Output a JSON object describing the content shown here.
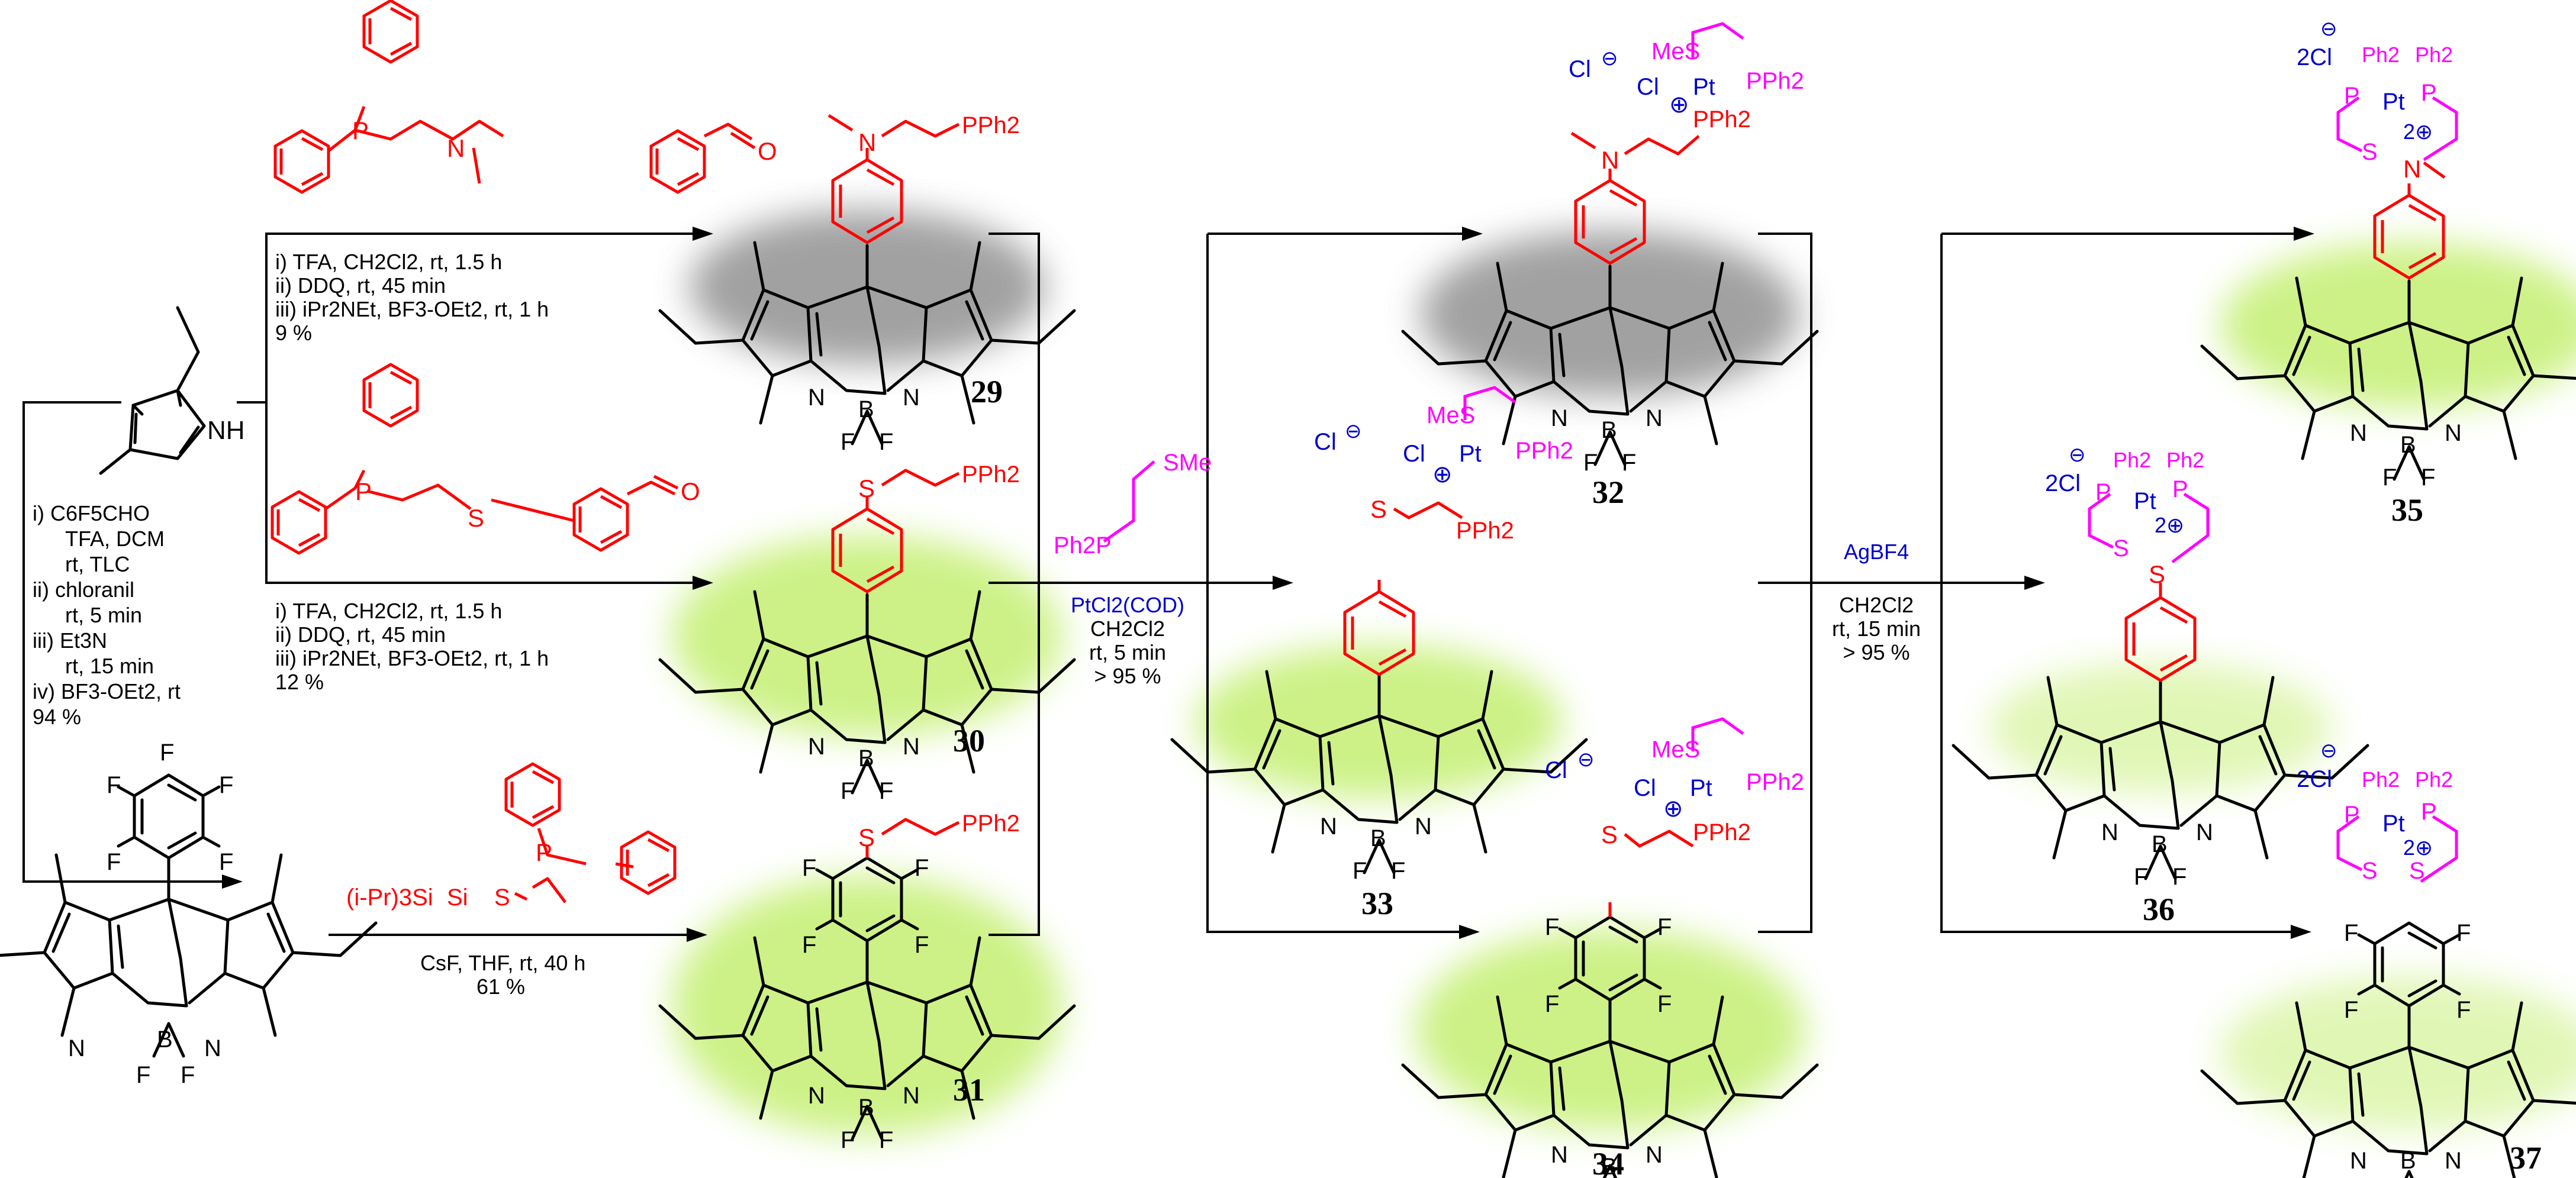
{
  "colors": {
    "red": "#ff0000",
    "magenta": "#ff00ff",
    "blue": "#0000cc",
    "black": "#000000",
    "glow_green": "#c8f07a",
    "glow_grey": "#9a9a9a"
  },
  "atoms": {
    "N": "N",
    "B": "B",
    "F": "F",
    "NH": "NH",
    "S": "S",
    "P": "P",
    "O": "O",
    "PPh2": "PPh2",
    "Ph2P": "Ph2P",
    "SMe": "SMe",
    "MeS": "MeS",
    "Cl": "Cl",
    "Pt": "Pt",
    "Ph2": "Ph2",
    "Si": "Si"
  },
  "charges": {
    "minus": "⊖",
    "plus": "⊕",
    "two_plus": "2⊕",
    "cl_minus": "Cl",
    "two_cl": "2Cl"
  },
  "compounds": [
    "29",
    "30",
    "31",
    "32",
    "33",
    "34",
    "35",
    "36",
    "37"
  ],
  "conditions": {
    "left": [
      "i) C6F5CHO",
      "TFA, DCM",
      "rt, TLC",
      "ii) chloranil",
      "rt, 5 min",
      "iii) Et3N",
      "rt, 15 min",
      "iv) BF3-OEt2, rt",
      "94 %"
    ],
    "top": [
      "i) TFA, CH2Cl2, rt, 1.5 h",
      "ii) DDQ, rt, 45 min",
      "iii) iPr2NEt, BF3-OEt2, rt, 1 h",
      "9 %"
    ],
    "middle": [
      "i) TFA, CH2Cl2, rt, 1.5 h",
      "ii) DDQ, rt, 45 min",
      "iii) iPr2NEt, BF3-OEt2, rt, 1 h",
      "12 %"
    ],
    "bottom": [
      "CsF, THF, rt, 40 h",
      "61 %"
    ],
    "pt": [
      "PtCl2(COD)",
      "CH2Cl2",
      "rt, 5 min",
      "> 95 %"
    ],
    "ag": [
      "AgBF4",
      "CH2Cl2",
      "rt, 15 min",
      "> 95 %"
    ]
  },
  "reagents": {
    "silyl": "(i-Pr)3Si",
    "silyl_s": "S"
  }
}
